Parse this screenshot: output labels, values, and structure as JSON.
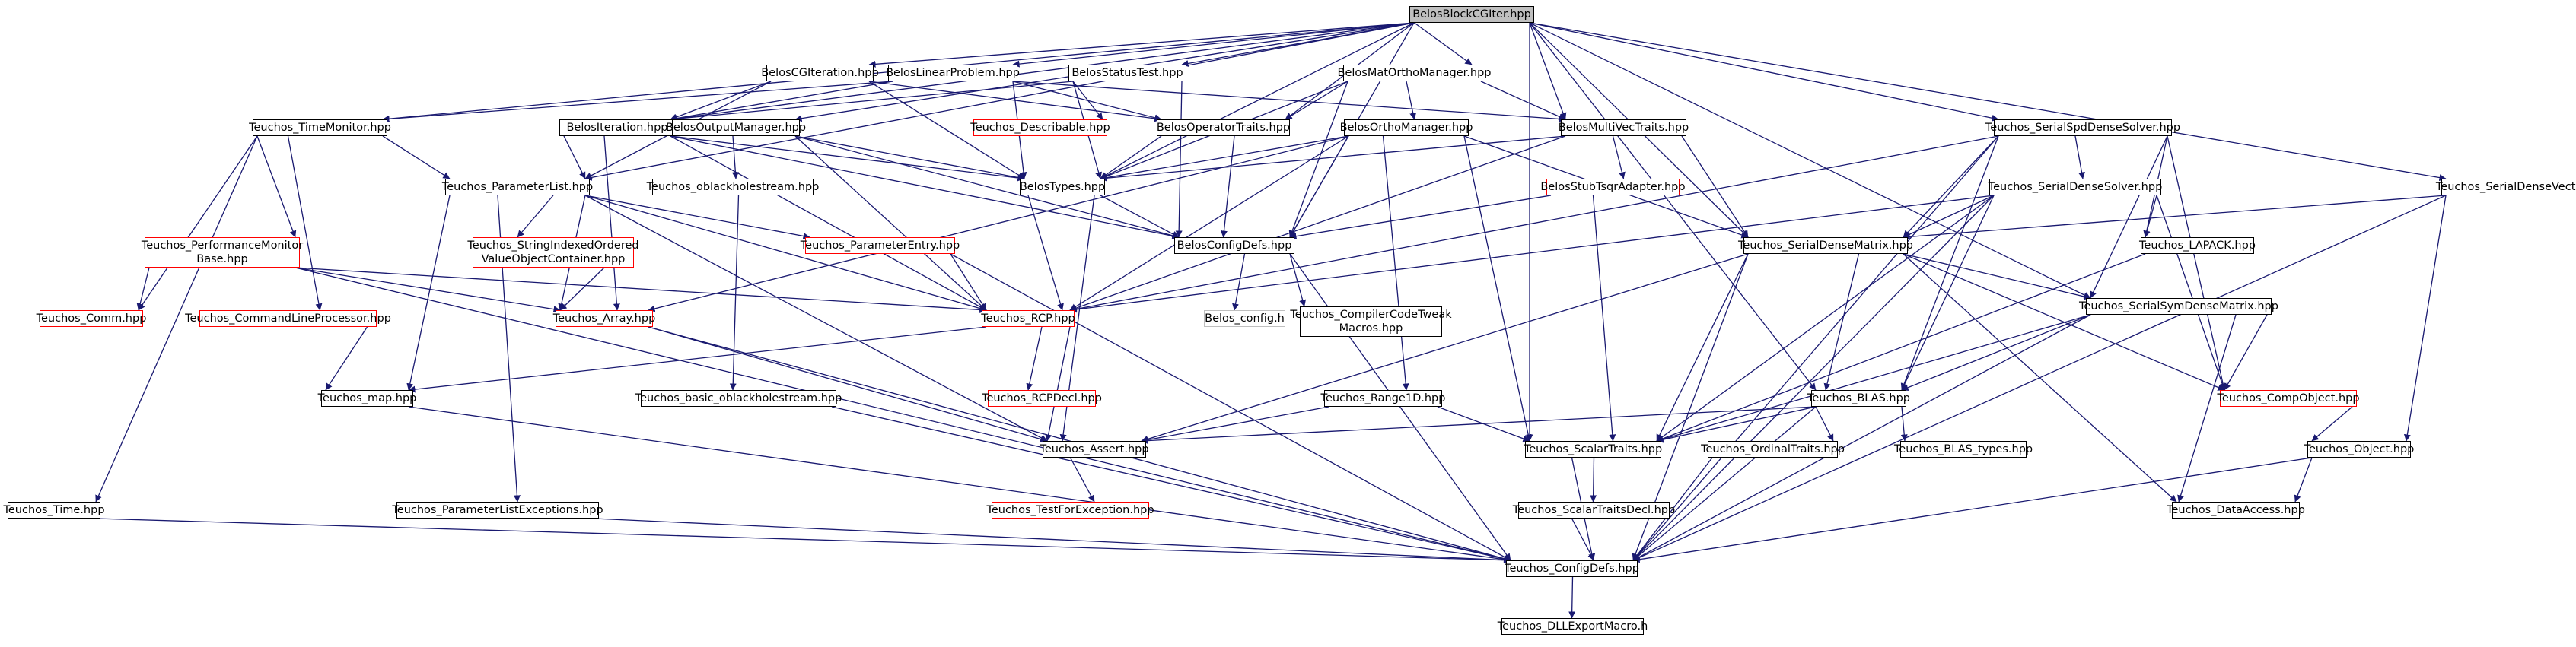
{
  "graph": {
    "root": "BelosBlockCGIter.hpp",
    "edge_color": "#191970",
    "border_colors": {
      "normal": "#000000",
      "incomplete": "#ff0000",
      "external": "#bfbfbf"
    },
    "root_fill": "#bfbfbf",
    "nodes": [
      {
        "id": "root",
        "label": "BelosBlockCGIter.hpp",
        "kind": "root"
      },
      {
        "id": "cgiter",
        "label": "BelosCGIteration.hpp",
        "kind": "normal"
      },
      {
        "id": "linprob",
        "label": "BelosLinearProblem.hpp",
        "kind": "normal"
      },
      {
        "id": "stattest",
        "label": "BelosStatusTest.hpp",
        "kind": "normal"
      },
      {
        "id": "matortho",
        "label": "BelosMatOrthoManager.hpp",
        "kind": "normal"
      },
      {
        "id": "timemon",
        "label": "Teuchos_TimeMonitor.hpp",
        "kind": "normal"
      },
      {
        "id": "iter",
        "label": "BelosIteration.hpp",
        "kind": "normal"
      },
      {
        "id": "outman",
        "label": "BelosOutputManager.hpp",
        "kind": "normal"
      },
      {
        "id": "describ",
        "label": "Teuchos_Describable.hpp",
        "kind": "red"
      },
      {
        "id": "optraits",
        "label": "BelosOperatorTraits.hpp",
        "kind": "normal"
      },
      {
        "id": "orthoman",
        "label": "BelosOrthoManager.hpp",
        "kind": "normal"
      },
      {
        "id": "mvtraits",
        "label": "BelosMultiVecTraits.hpp",
        "kind": "normal"
      },
      {
        "id": "spdsolver",
        "label": "Teuchos_SerialSpdDenseSolver.hpp",
        "kind": "normal"
      },
      {
        "id": "dvector",
        "label": "Teuchos_SerialDenseVector.hpp",
        "kind": "normal"
      },
      {
        "id": "plist",
        "label": "Teuchos_ParameterList.hpp",
        "kind": "normal"
      },
      {
        "id": "oblackstream",
        "label": "Teuchos_oblackholestream.hpp",
        "kind": "normal"
      },
      {
        "id": "types",
        "label": "BelosTypes.hpp",
        "kind": "normal"
      },
      {
        "id": "stubtsqr",
        "label": "BelosStubTsqrAdapter.hpp",
        "kind": "red"
      },
      {
        "id": "dsolver",
        "label": "Teuchos_SerialDenseSolver.hpp",
        "kind": "normal"
      },
      {
        "id": "perfmon",
        "label": "Teuchos_PerformanceMonitor\nBase.hpp",
        "kind": "red"
      },
      {
        "id": "strindexed",
        "label": "Teuchos_StringIndexedOrdered\nValueObjectContainer.hpp",
        "kind": "red"
      },
      {
        "id": "paramentry",
        "label": "Teuchos_ParameterEntry.hpp",
        "kind": "red"
      },
      {
        "id": "configdefs_b",
        "label": "BelosConfigDefs.hpp",
        "kind": "normal"
      },
      {
        "id": "dmatrix",
        "label": "Teuchos_SerialDenseMatrix.hpp",
        "kind": "normal"
      },
      {
        "id": "lapack",
        "label": "Teuchos_LAPACK.hpp",
        "kind": "normal"
      },
      {
        "id": "comm",
        "label": "Teuchos_Comm.hpp",
        "kind": "red"
      },
      {
        "id": "cmdline",
        "label": "Teuchos_CommandLineProcessor.hpp",
        "kind": "red"
      },
      {
        "id": "array",
        "label": "Teuchos_Array.hpp",
        "kind": "red"
      },
      {
        "id": "rcp",
        "label": "Teuchos_RCP.hpp",
        "kind": "red"
      },
      {
        "id": "belosconfig",
        "label": "Belos_config.h",
        "kind": "gray"
      },
      {
        "id": "ccodetweak",
        "label": "Teuchos_CompilerCodeTweak\nMacros.hpp",
        "kind": "normal"
      },
      {
        "id": "symdense",
        "label": "Teuchos_SerialSymDenseMatrix.hpp",
        "kind": "normal"
      },
      {
        "id": "map",
        "label": "Teuchos_map.hpp",
        "kind": "normal"
      },
      {
        "id": "basicoblack",
        "label": "Teuchos_basic_oblackholestream.hpp",
        "kind": "normal"
      },
      {
        "id": "rcpdecl",
        "label": "Teuchos_RCPDecl.hpp",
        "kind": "red"
      },
      {
        "id": "range1d",
        "label": "Teuchos_Range1D.hpp",
        "kind": "normal"
      },
      {
        "id": "blas",
        "label": "Teuchos_BLAS.hpp",
        "kind": "normal"
      },
      {
        "id": "compobj",
        "label": "Teuchos_CompObject.hpp",
        "kind": "red"
      },
      {
        "id": "asrt",
        "label": "Teuchos_Assert.hpp",
        "kind": "normal"
      },
      {
        "id": "scalartraits",
        "label": "Teuchos_ScalarTraits.hpp",
        "kind": "normal"
      },
      {
        "id": "ordinaltraits",
        "label": "Teuchos_OrdinalTraits.hpp",
        "kind": "normal"
      },
      {
        "id": "blastypes",
        "label": "Teuchos_BLAS_types.hpp",
        "kind": "normal"
      },
      {
        "id": "object",
        "label": "Teuchos_Object.hpp",
        "kind": "normal"
      },
      {
        "id": "time",
        "label": "Teuchos_Time.hpp",
        "kind": "normal"
      },
      {
        "id": "plexcept",
        "label": "Teuchos_ParameterListExceptions.hpp",
        "kind": "normal"
      },
      {
        "id": "testforexc",
        "label": "Teuchos_TestForException.hpp",
        "kind": "red"
      },
      {
        "id": "scalartraitsdecl",
        "label": "Teuchos_ScalarTraitsDecl.hpp",
        "kind": "normal"
      },
      {
        "id": "dataaccess",
        "label": "Teuchos_DataAccess.hpp",
        "kind": "normal"
      },
      {
        "id": "configdefs_t",
        "label": "Teuchos_ConfigDefs.hpp",
        "kind": "normal"
      },
      {
        "id": "dllexport",
        "label": "Teuchos_DLLExportMacro.h",
        "kind": "normal"
      }
    ],
    "edges": [
      [
        "root",
        "cgiter"
      ],
      [
        "root",
        "linprob"
      ],
      [
        "root",
        "stattest"
      ],
      [
        "root",
        "matortho"
      ],
      [
        "root",
        "timemon"
      ],
      [
        "root",
        "plist"
      ],
      [
        "root",
        "outman"
      ],
      [
        "root",
        "types"
      ],
      [
        "root",
        "optraits"
      ],
      [
        "root",
        "mvtraits"
      ],
      [
        "root",
        "spdsolver"
      ],
      [
        "root",
        "dvector"
      ],
      [
        "root",
        "configdefs_b"
      ],
      [
        "root",
        "dmatrix"
      ],
      [
        "root",
        "blas"
      ],
      [
        "root",
        "scalartraits"
      ],
      [
        "root",
        "symdense"
      ],
      [
        "root",
        "iter"
      ],
      [
        "cgiter",
        "iter"
      ],
      [
        "cgiter",
        "types"
      ],
      [
        "cgiter",
        "plist"
      ],
      [
        "cgiter",
        "optraits"
      ],
      [
        "linprob",
        "iter"
      ],
      [
        "linprob",
        "timemon"
      ],
      [
        "linprob",
        "mvtraits"
      ],
      [
        "linprob",
        "types"
      ],
      [
        "linprob",
        "optraits"
      ],
      [
        "stattest",
        "types"
      ],
      [
        "stattest",
        "describ"
      ],
      [
        "stattest",
        "configdefs_b"
      ],
      [
        "stattest",
        "iter"
      ],
      [
        "matortho",
        "optraits"
      ],
      [
        "matortho",
        "orthoman"
      ],
      [
        "matortho",
        "types"
      ],
      [
        "matortho",
        "mvtraits"
      ],
      [
        "matortho",
        "configdefs_b"
      ],
      [
        "timemon",
        "plist"
      ],
      [
        "timemon",
        "perfmon"
      ],
      [
        "timemon",
        "comm"
      ],
      [
        "timemon",
        "cmdline"
      ],
      [
        "timemon",
        "time"
      ],
      [
        "iter",
        "plist"
      ],
      [
        "iter",
        "types"
      ],
      [
        "iter",
        "array"
      ],
      [
        "iter",
        "configdefs_b"
      ],
      [
        "iter",
        "rcp"
      ],
      [
        "outman",
        "types"
      ],
      [
        "outman",
        "oblackstream"
      ],
      [
        "outman",
        "configdefs_b"
      ],
      [
        "outman",
        "rcp"
      ],
      [
        "optraits",
        "types"
      ],
      [
        "optraits",
        "configdefs_b"
      ],
      [
        "orthoman",
        "types"
      ],
      [
        "orthoman",
        "configdefs_b"
      ],
      [
        "orthoman",
        "dmatrix"
      ],
      [
        "orthoman",
        "scalartraits"
      ],
      [
        "orthoman",
        "rcp"
      ],
      [
        "orthoman",
        "range1d"
      ],
      [
        "orthoman",
        "array"
      ],
      [
        "mvtraits",
        "types"
      ],
      [
        "mvtraits",
        "stubtsqr"
      ],
      [
        "mvtraits",
        "dmatrix"
      ],
      [
        "mvtraits",
        "rcp"
      ],
      [
        "spdsolver",
        "dsolver"
      ],
      [
        "spdsolver",
        "lapack"
      ],
      [
        "spdsolver",
        "dmatrix"
      ],
      [
        "spdsolver",
        "symdense"
      ],
      [
        "spdsolver",
        "compobj"
      ],
      [
        "spdsolver",
        "blas"
      ],
      [
        "spdsolver",
        "configdefs_t"
      ],
      [
        "spdsolver",
        "rcp"
      ],
      [
        "dvector",
        "dmatrix"
      ],
      [
        "dvector",
        "object"
      ],
      [
        "dvector",
        "configdefs_t"
      ],
      [
        "plist",
        "paramentry"
      ],
      [
        "plist",
        "strindexed"
      ],
      [
        "plist",
        "array"
      ],
      [
        "plist",
        "rcp"
      ],
      [
        "plist",
        "map"
      ],
      [
        "plist",
        "asrt"
      ],
      [
        "plist",
        "plexcept"
      ],
      [
        "oblackstream",
        "basicoblack"
      ],
      [
        "types",
        "configdefs_b"
      ],
      [
        "types",
        "asrt"
      ],
      [
        "types",
        "rcp"
      ],
      [
        "stubtsqr",
        "configdefs_b"
      ],
      [
        "stubtsqr",
        "scalartraits"
      ],
      [
        "dsolver",
        "dmatrix"
      ],
      [
        "dsolver",
        "lapack"
      ],
      [
        "dsolver",
        "blas"
      ],
      [
        "dsolver",
        "scalartraits"
      ],
      [
        "dsolver",
        "compobj"
      ],
      [
        "dsolver",
        "rcp"
      ],
      [
        "dsolver",
        "configdefs_t"
      ],
      [
        "perfmon",
        "comm"
      ],
      [
        "perfmon",
        "array"
      ],
      [
        "perfmon",
        "rcp"
      ],
      [
        "perfmon",
        "configdefs_t"
      ],
      [
        "strindexed",
        "array"
      ],
      [
        "paramentry",
        "rcp"
      ],
      [
        "paramentry",
        "configdefs_t"
      ],
      [
        "configdefs_b",
        "belosconfig"
      ],
      [
        "configdefs_b",
        "ccodetweak"
      ],
      [
        "configdefs_b",
        "configdefs_t"
      ],
      [
        "dmatrix",
        "symdense"
      ],
      [
        "dmatrix",
        "blas"
      ],
      [
        "dmatrix",
        "compobj"
      ],
      [
        "dmatrix",
        "scalartraits"
      ],
      [
        "dmatrix",
        "dataaccess"
      ],
      [
        "dmatrix",
        "configdefs_t"
      ],
      [
        "dmatrix",
        "asrt"
      ],
      [
        "lapack",
        "scalartraits"
      ],
      [
        "cmdline",
        "map"
      ],
      [
        "array",
        "asrt"
      ],
      [
        "array",
        "configdefs_t"
      ],
      [
        "rcp",
        "rcpdecl"
      ],
      [
        "rcp",
        "asrt"
      ],
      [
        "rcp",
        "map"
      ],
      [
        "symdense",
        "blas"
      ],
      [
        "symdense",
        "compobj"
      ],
      [
        "symdense",
        "dataaccess"
      ],
      [
        "symdense",
        "scalartraits"
      ],
      [
        "symdense",
        "configdefs_t"
      ],
      [
        "map",
        "configdefs_t"
      ],
      [
        "basicoblack",
        "configdefs_t"
      ],
      [
        "range1d",
        "asrt"
      ],
      [
        "range1d",
        "scalartraits"
      ],
      [
        "blas",
        "scalartraits"
      ],
      [
        "blas",
        "ordinaltraits"
      ],
      [
        "blas",
        "blastypes"
      ],
      [
        "blas",
        "configdefs_t"
      ],
      [
        "blas",
        "asrt"
      ],
      [
        "compobj",
        "object"
      ],
      [
        "asrt",
        "testforexc"
      ],
      [
        "scalartraits",
        "scalartraitsdecl"
      ],
      [
        "scalartraits",
        "configdefs_t"
      ],
      [
        "ordinaltraits",
        "configdefs_t"
      ],
      [
        "object",
        "dataaccess"
      ],
      [
        "object",
        "configdefs_t"
      ],
      [
        "time",
        "configdefs_t"
      ],
      [
        "plexcept",
        "configdefs_t"
      ],
      [
        "scalartraitsdecl",
        "configdefs_t"
      ],
      [
        "configdefs_t",
        "dllexport"
      ]
    ]
  }
}
